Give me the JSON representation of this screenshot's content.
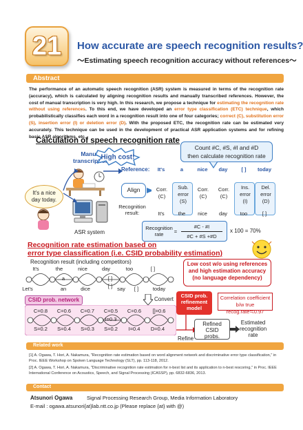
{
  "header": {
    "number": "21",
    "title": "How accurate are speech recognition results?",
    "subtitle": "～Estimating speech recognition accuracy without references～"
  },
  "abstract": {
    "heading": "Abstract",
    "p1": "The performance of an automatic speech recognition (ASR) system is measured in terms of the recognition rate (accuracy), which is calculated by aligning recognition results and manually transcribed references. However, the cost of manual transcription is very high. In this research, we propose a technique for ",
    "h1": "estimating the recognition rate without using references",
    "p2": ". To this end, we have developed an ",
    "h2": "error type classification (ETC) technique",
    "p3": ", which probabilistically classifies each word in a recognition result into one of four categories; ",
    "h3": "correct (C), substitution error (S), insertion error (I) or deletion error (D)",
    "p4": ". With the proposed ETC, the recognition rate can be estimated very accurately. This technique can be used in the development of practical ASR application systems and for refining basic ASR algorithms, etc."
  },
  "calc": {
    "title": "Calculation of speech recognition rate",
    "count_line1": "Count #C, #S, #I and #D",
    "count_line2": "then calculate recognition rate",
    "manual1": "Manual",
    "manual2": "transcription",
    "high_cost": "High cost!",
    "bubble1": "It's a nice",
    "bubble2": "day today.",
    "asr": "ASR system",
    "reference_label": "Reference:",
    "reference_words": [
      "It's",
      "a",
      "nice",
      "day",
      "[ ]",
      "today"
    ],
    "align": "Align",
    "errors": [
      {
        "l1": "Corr.",
        "l2": "(C)",
        "l3": ""
      },
      {
        "l1": "Sub.",
        "l2": "error",
        "l3": "(S)"
      },
      {
        "l1": "Corr.",
        "l2": "(C)",
        "l3": ""
      },
      {
        "l1": "Corr.",
        "l2": "(C)",
        "l3": ""
      },
      {
        "l1": "Ins.",
        "l2": "error",
        "l3": "(I)"
      },
      {
        "l1": "Del.",
        "l2": "error",
        "l3": "(D)"
      }
    ],
    "result_label1": "Recognition",
    "result_label2": "result:",
    "result_words": [
      "It's",
      "the",
      "nice",
      "day",
      "too",
      "[ ]"
    ],
    "rate_label1": "Recognition",
    "rate_label2": "rate",
    "rate_num": "#C - #I",
    "rate_den": "#C + #S +#D",
    "rate_value": "x 100 = 70%"
  },
  "estimation": {
    "title1": "Recognition rate estimation based on",
    "title2": "error type classification (i.e. CSID probability estimation)",
    "competitors": "Recognition result (including competitors)",
    "top_words": [
      "It's",
      "the",
      "nice",
      "day",
      "too",
      "[ ]"
    ],
    "mid_words": [
      "a",
      "[ ]",
      "[ ]"
    ],
    "bot_words": [
      "Let's",
      "an",
      "dice",
      "say",
      "[ ]",
      "today"
    ],
    "convert": "Convert",
    "csid_tag": "CSID prob. network",
    "c_labels": [
      "C=0.8",
      "C=0.6",
      "C=0.7",
      "C=0.5",
      "C=0.6",
      "[]=0.6"
    ],
    "i_label": "I=0.3",
    "s_labels": [
      "S=0.2",
      "S=0.4",
      "S=0.3",
      "S=0.2",
      "I=0.4",
      "D=0.4"
    ],
    "low_cost1": "Low cost w/o using references",
    "low_cost2": "and high estimation accuracy",
    "low_cost3": "(no language dependency)",
    "refine_model1": "CSID prob.",
    "refine_model2": "refinement",
    "refine_model3": "model",
    "corr1": "Correlation coefficient",
    "corr2": "b/w true recog.rate≒0.97",
    "refine": "Refine",
    "refined1": "Refined",
    "refined2": "CSID",
    "refined3": "probs.",
    "est1": "Estimated",
    "est2": "recognition",
    "est3": "rate"
  },
  "related": {
    "heading": "Related work",
    "ref1": "[1] A. Ogawa, T. Hori, A. Nakamura, \"Recognition rate estimation based on word alignment network and discriminative error type classification,\" in Proc. IEEE Workshop on Spoken Language Technology (SLT), pp. 113-118, 2012.",
    "ref2": "[2] A. Ogawa, T. Hori, A. Nakamura, \"Discriminative recognition rate estimation for n-best list and its application to n-best rescoring,\" in Proc. IEEE International Conference on Acoustics, Speech, and Signal Processing (ICASSP), pp. 6832-6836, 2013."
  },
  "contact": {
    "heading": "Contact",
    "name": "Atsunori Ogawa",
    "affiliation": "Signal Processing Research Group, Media Information Laboratory",
    "email": "E-mail : ogawa.atsunori{at}lab.ntt.co.jp (Please replace {at} with @)"
  },
  "colors": {
    "accent": "#f0a540",
    "title_blue": "#2b57a5",
    "red": "#c8181e",
    "csid_pink": "#f2c7e3"
  }
}
